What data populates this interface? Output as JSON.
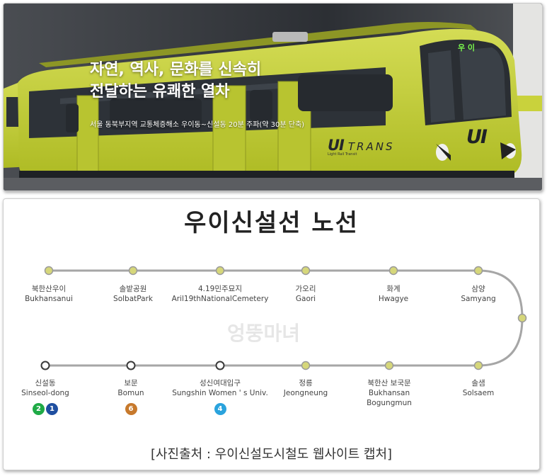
{
  "banner": {
    "headline_line1": "자연, 역사, 문화를 신속히",
    "headline_line2": "전달하는 유쾌한 열차",
    "subtitle": "서울 동북부지역 교통체증해소 우이동~신설동 20분 주파(약 30분 단축)",
    "destination_sign": "우 이",
    "side_logo_ui": "UI",
    "side_logo_trans": "TRANS",
    "side_logo_sub": "Light Rail Transit",
    "front_logo": "UI",
    "colors": {
      "train_body": "#c6d23a",
      "train_window": "#2d3238",
      "tunnel": "#33363b"
    }
  },
  "route_map": {
    "title": "우이신설선 노선",
    "watermark": "엉뚱마녀",
    "top_row": [
      {
        "ko": "북한산우이",
        "en": "Bukhansanui"
      },
      {
        "ko": "솔밭공원",
        "en": "SolbatPark"
      },
      {
        "ko": "4.19민주묘지",
        "en": "Aril19thNationalCemetery"
      },
      {
        "ko": "가오리",
        "en": "Gaori"
      },
      {
        "ko": "화계",
        "en": "Hwagye"
      },
      {
        "ko": "삼양",
        "en": "Samyang"
      }
    ],
    "bottom_row": [
      {
        "ko": "신설동",
        "en": "Sinseol-dong",
        "transfer": true,
        "lines": [
          {
            "num": "2",
            "color": "#1faa46"
          },
          {
            "num": "1",
            "color": "#1f4fa0"
          }
        ]
      },
      {
        "ko": "보문",
        "en": "Bomun",
        "transfer": true,
        "lines": [
          {
            "num": "6",
            "color": "#c7792c"
          }
        ]
      },
      {
        "ko": "성신여대입구",
        "en": "Sungshin Women ' s Univ.",
        "transfer": true,
        "lines": [
          {
            "num": "4",
            "color": "#2aa3dd"
          }
        ]
      },
      {
        "ko": "정릉",
        "en": "Jeongneung",
        "transfer": false,
        "lines": []
      },
      {
        "ko": "북한산 보국문",
        "en": "Bukhansan",
        "en2": "Bogungmun",
        "transfer": false,
        "lines": []
      },
      {
        "ko": "솔샘",
        "en": "Solsaem",
        "transfer": false,
        "lines": []
      }
    ],
    "colors": {
      "line": "#a6a6a6",
      "station_fill": "#d6d77a",
      "station_stroke": "#9a9a9a",
      "transfer_stroke": "#3a3a3a"
    }
  },
  "caption": "[사진출처 : 우이신설도시철도 웹사이트 캡처]"
}
